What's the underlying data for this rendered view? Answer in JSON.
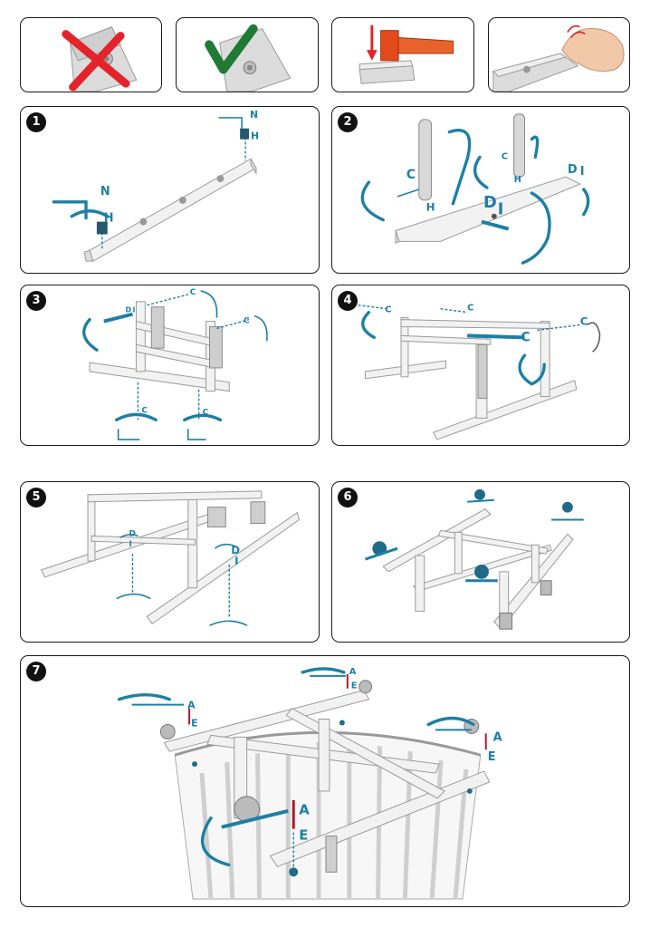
{
  "steps": [
    {
      "number": "1"
    },
    {
      "number": "2"
    },
    {
      "number": "3"
    },
    {
      "number": "4"
    },
    {
      "number": "5"
    },
    {
      "number": "6"
    },
    {
      "number": "7"
    }
  ],
  "labels": {
    "s1_n_top": "N",
    "s1_h_top": "H",
    "s1_n_left": "N",
    "s1_h_left": "H",
    "s2_c_left": "C",
    "s2_h_left": "H",
    "s2_c_right": "C",
    "s2_h_right": "H",
    "s2_d_right": "D",
    "s2_i_right": "I",
    "s2_d_mid": "D",
    "s2_i_mid": "I",
    "s3_c_top": "C",
    "s3_c_right": "C",
    "s3_d": "D",
    "s3_i": "I",
    "s3_c_bl": "C",
    "s3_c_br": "C",
    "s4_c_tl": "C",
    "s4_c_tm": "C",
    "s4_c_mid": "C",
    "s4_c_r": "C",
    "s5_d_left": "D",
    "s5_i_left": "I",
    "s5_d_right": "D",
    "s5_i_right": "I",
    "s7_a1": "A",
    "s7_e1": "E",
    "s7_a2": "A",
    "s7_e2": "E",
    "s7_a3": "A",
    "s7_e3": "E",
    "s7_a4": "A",
    "s7_e4": "E"
  },
  "colors": {
    "accent": "#1d7fa6",
    "wrong": "#e4232b",
    "right": "#1f7a33",
    "hammer": "#e24a1c"
  },
  "icons": [
    "cross-mark-icon",
    "check-mark-icon",
    "hammer-icon",
    "hand-icon"
  ]
}
